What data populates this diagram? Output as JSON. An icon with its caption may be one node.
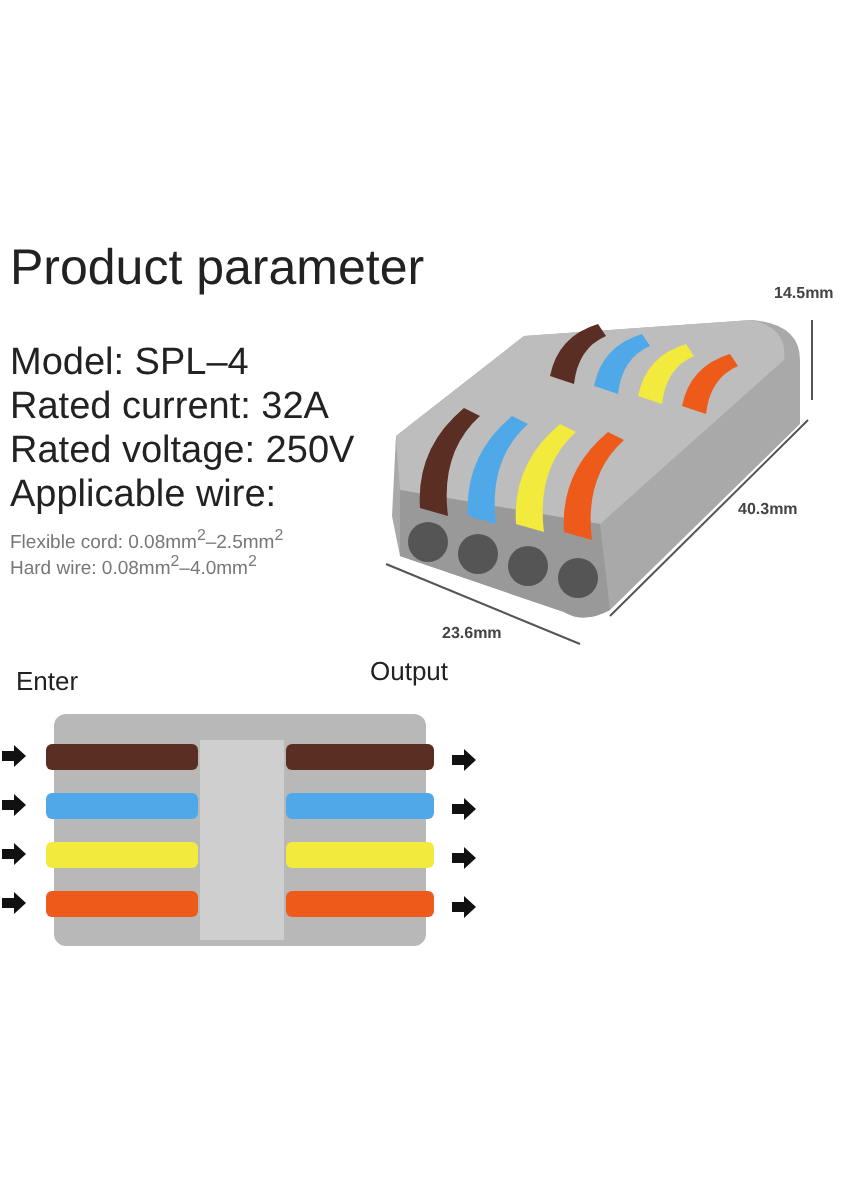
{
  "diagram": {
    "title": "Product parameter",
    "labels": [
      "Model: SPL–4",
      "Rated current: 32A",
      "Rated voltage: 250V",
      "Applicable wire:",
      "Flexible cord: 0.08mm$^{2}$–2.5mm$^{2}$",
      "Hard wire: 0.08mm$^{2}$–4.0mm$^{2}$",
      "14.5mm",
      "40.3mm",
      "23.6mm",
      "Enter",
      "Output"
    ]
  }
}
